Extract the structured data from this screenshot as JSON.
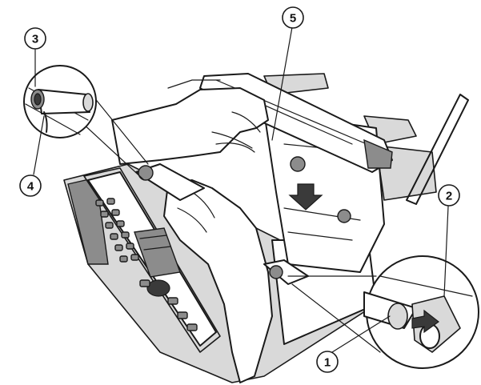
{
  "callouts": [
    {
      "id": "1",
      "text": "1"
    },
    {
      "id": "2",
      "text": "2"
    },
    {
      "id": "3",
      "text": "3"
    },
    {
      "id": "4",
      "text": "4"
    },
    {
      "id": "5",
      "text": "5"
    }
  ],
  "colors": {
    "line": "#1a1a1a",
    "light_gray": "#d9d9d9",
    "mid_gray": "#8c8c8c",
    "dark": "#3a3a3a",
    "background": "#ffffff"
  }
}
